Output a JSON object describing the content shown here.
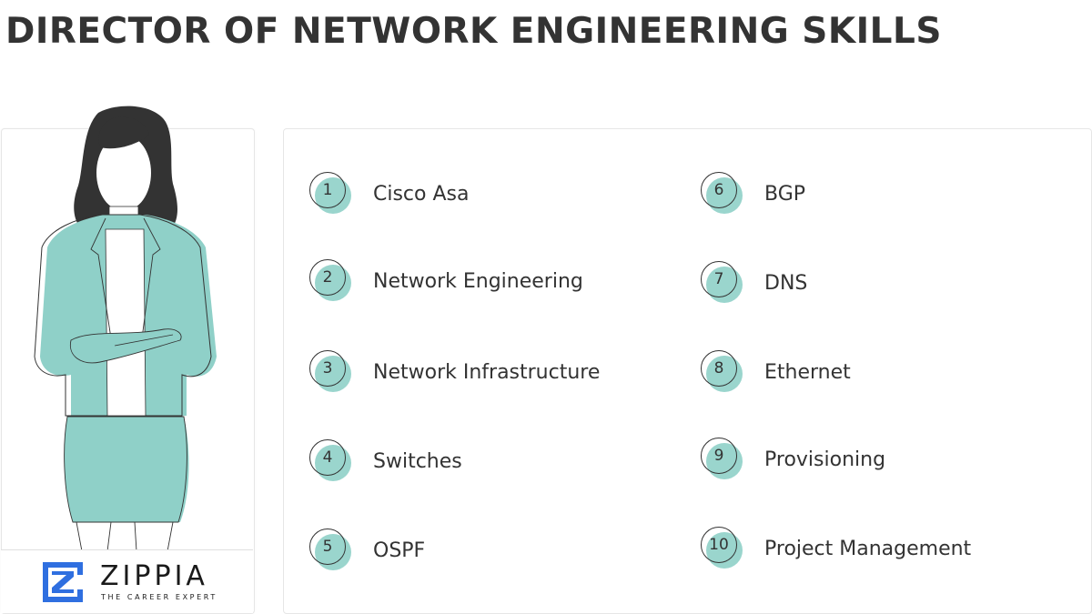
{
  "title": "DIRECTOR OF NETWORK ENGINEERING SKILLS",
  "colors": {
    "accent": "#8fd0c8",
    "text": "#333333",
    "brand_blue": "#2f6fe0"
  },
  "illustration": {
    "icon": "woman-professional-arms-crossed-illustration"
  },
  "brand": {
    "name": "ZIPPIA",
    "tagline": "THE CAREER EXPERT",
    "icon": "zippia-z-logo-icon"
  },
  "skills": [
    {
      "number": "1",
      "label": "Cisco Asa"
    },
    {
      "number": "2",
      "label": "Network Engineering"
    },
    {
      "number": "3",
      "label": "Network Infrastructure"
    },
    {
      "number": "4",
      "label": "Switches"
    },
    {
      "number": "5",
      "label": "OSPF"
    },
    {
      "number": "6",
      "label": "BGP"
    },
    {
      "number": "7",
      "label": "DNS"
    },
    {
      "number": "8",
      "label": "Ethernet"
    },
    {
      "number": "9",
      "label": "Provisioning"
    },
    {
      "number": "10",
      "label": "Project Management"
    }
  ]
}
